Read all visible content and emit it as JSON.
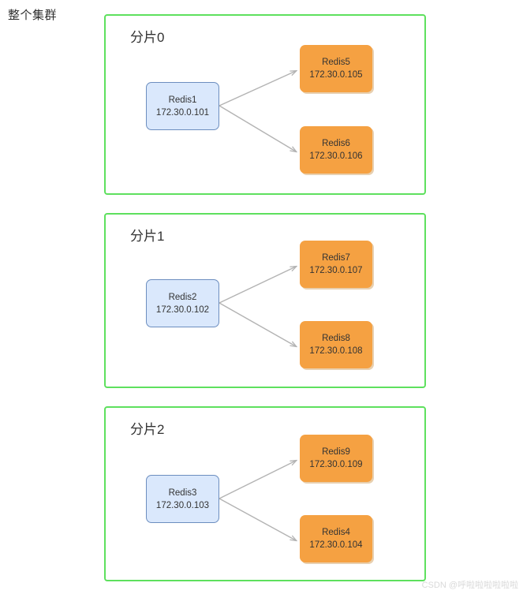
{
  "diagram": {
    "title": "整个集群",
    "type": "redis-cluster-topology",
    "colors": {
      "shard_border": "#5ee05e",
      "master_fill": "#dae8fc",
      "master_border": "#6c8ebf",
      "replica_fill": "#f5a142",
      "arrow": "#b3b3b3",
      "text": "#333333"
    },
    "shards": [
      {
        "label": "分片0",
        "master": {
          "name": "Redis1",
          "ip": "172.30.0.101"
        },
        "replicas": [
          {
            "name": "Redis5",
            "ip": "172.30.0.105"
          },
          {
            "name": "Redis6",
            "ip": "172.30.0.106"
          }
        ]
      },
      {
        "label": "分片1",
        "master": {
          "name": "Redis2",
          "ip": "172.30.0.102"
        },
        "replicas": [
          {
            "name": "Redis7",
            "ip": "172.30.0.107"
          },
          {
            "name": "Redis8",
            "ip": "172.30.0.108"
          }
        ]
      },
      {
        "label": "分片2",
        "master": {
          "name": "Redis3",
          "ip": "172.30.0.103"
        },
        "replicas": [
          {
            "name": "Redis9",
            "ip": "172.30.0.109"
          },
          {
            "name": "Redis4",
            "ip": "172.30.0.104"
          }
        ]
      }
    ],
    "watermark": "CSDN @呼啦啦啦啦啦啦"
  }
}
